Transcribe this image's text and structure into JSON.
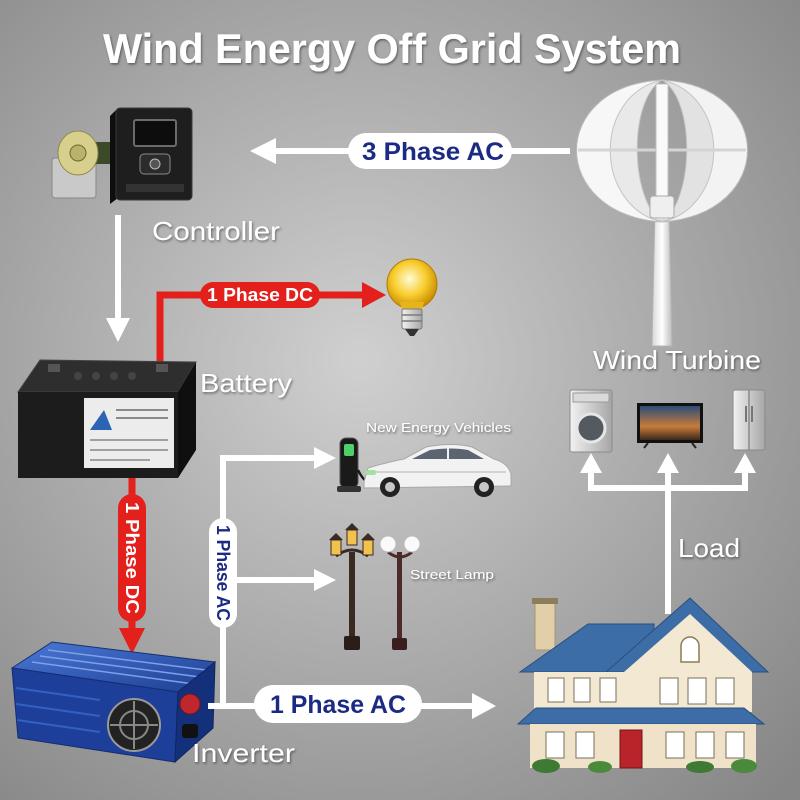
{
  "title": "Wind Energy Off Grid System",
  "components": {
    "wind_turbine": "Wind Turbine",
    "controller": "Controller",
    "battery": "Battery",
    "inverter": "Inverter",
    "vehicles": "New Energy Vehicles",
    "street_lamp": "Street Lamp",
    "load": "Load"
  },
  "connections": {
    "turbine_to_controller": "3 Phase AC",
    "battery_to_bulb": "1 Phase DC",
    "battery_to_inverter": "1 Phase DC",
    "inverter_to_loads": "1 Phase AC",
    "inverter_to_house": "1 Phase AC"
  },
  "icons": [
    "wind-turbine-icon",
    "controller-icon",
    "light-bulb-icon",
    "battery-icon",
    "inverter-icon",
    "car-icon",
    "charger-icon",
    "street-lamp-icon",
    "washing-machine-icon",
    "tv-icon",
    "fridge-icon",
    "house-icon"
  ],
  "colors": {
    "background_center": "#d0d0d0",
    "background_edge": "#868686",
    "ac_line": "#ffffff",
    "ac_label_text": "#1b2a83",
    "dc_line": "#e3201b",
    "dc_label_text": "#ffffff",
    "caption_text": "#ffffff"
  }
}
